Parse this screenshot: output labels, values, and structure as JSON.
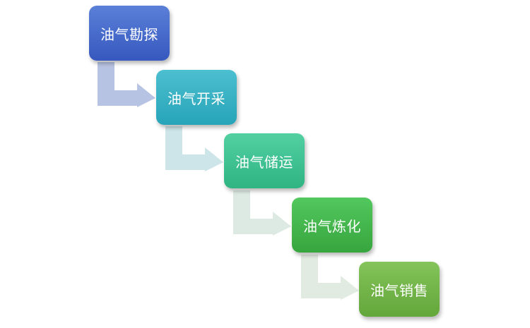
{
  "diagram": {
    "steps": [
      {
        "label": "油气勘探"
      },
      {
        "label": "油气开采"
      },
      {
        "label": "油气储运"
      },
      {
        "label": "油气炼化"
      },
      {
        "label": "油气销售"
      }
    ]
  },
  "colors": {
    "step_fills": [
      "#3f66c9",
      "#33aec1",
      "#3fc090",
      "#40b348",
      "#6fb046"
    ],
    "arrow_fills": [
      "#b7c3e2",
      "#cde5e8",
      "#dde9e3",
      "#e2ebe2"
    ]
  }
}
